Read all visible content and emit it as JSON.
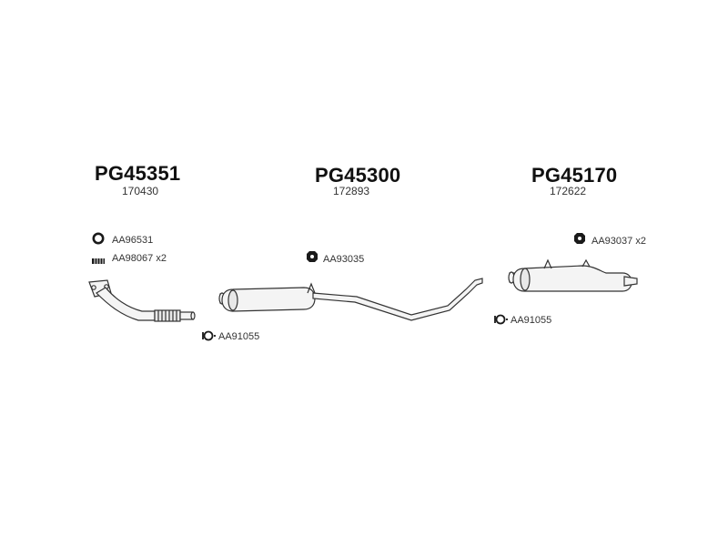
{
  "groups": {
    "front": {
      "code": "PG45351",
      "part_no": "170430",
      "accessories": [
        {
          "label": "AA96531",
          "icon": "ring-gasket-icon"
        },
        {
          "label": "AA98067",
          "qty": "x2",
          "icon": "spring-icon"
        }
      ]
    },
    "middle": {
      "code": "PG45300",
      "part_no": "172893",
      "accessories": [
        {
          "label": "AA93035",
          "icon": "rubber-mount-icon"
        },
        {
          "label": "AA91055",
          "icon": "clamp-icon"
        }
      ]
    },
    "rear": {
      "code": "PG45170",
      "part_no": "172622",
      "accessories": [
        {
          "label": "AA93037",
          "qty": "x2",
          "icon": "rubber-mount-icon"
        },
        {
          "label": "AA91055",
          "icon": "clamp-icon"
        }
      ]
    }
  },
  "colors": {
    "line": "#333333",
    "fill": "#f4f4f4",
    "dark": "#1a1a1a"
  }
}
